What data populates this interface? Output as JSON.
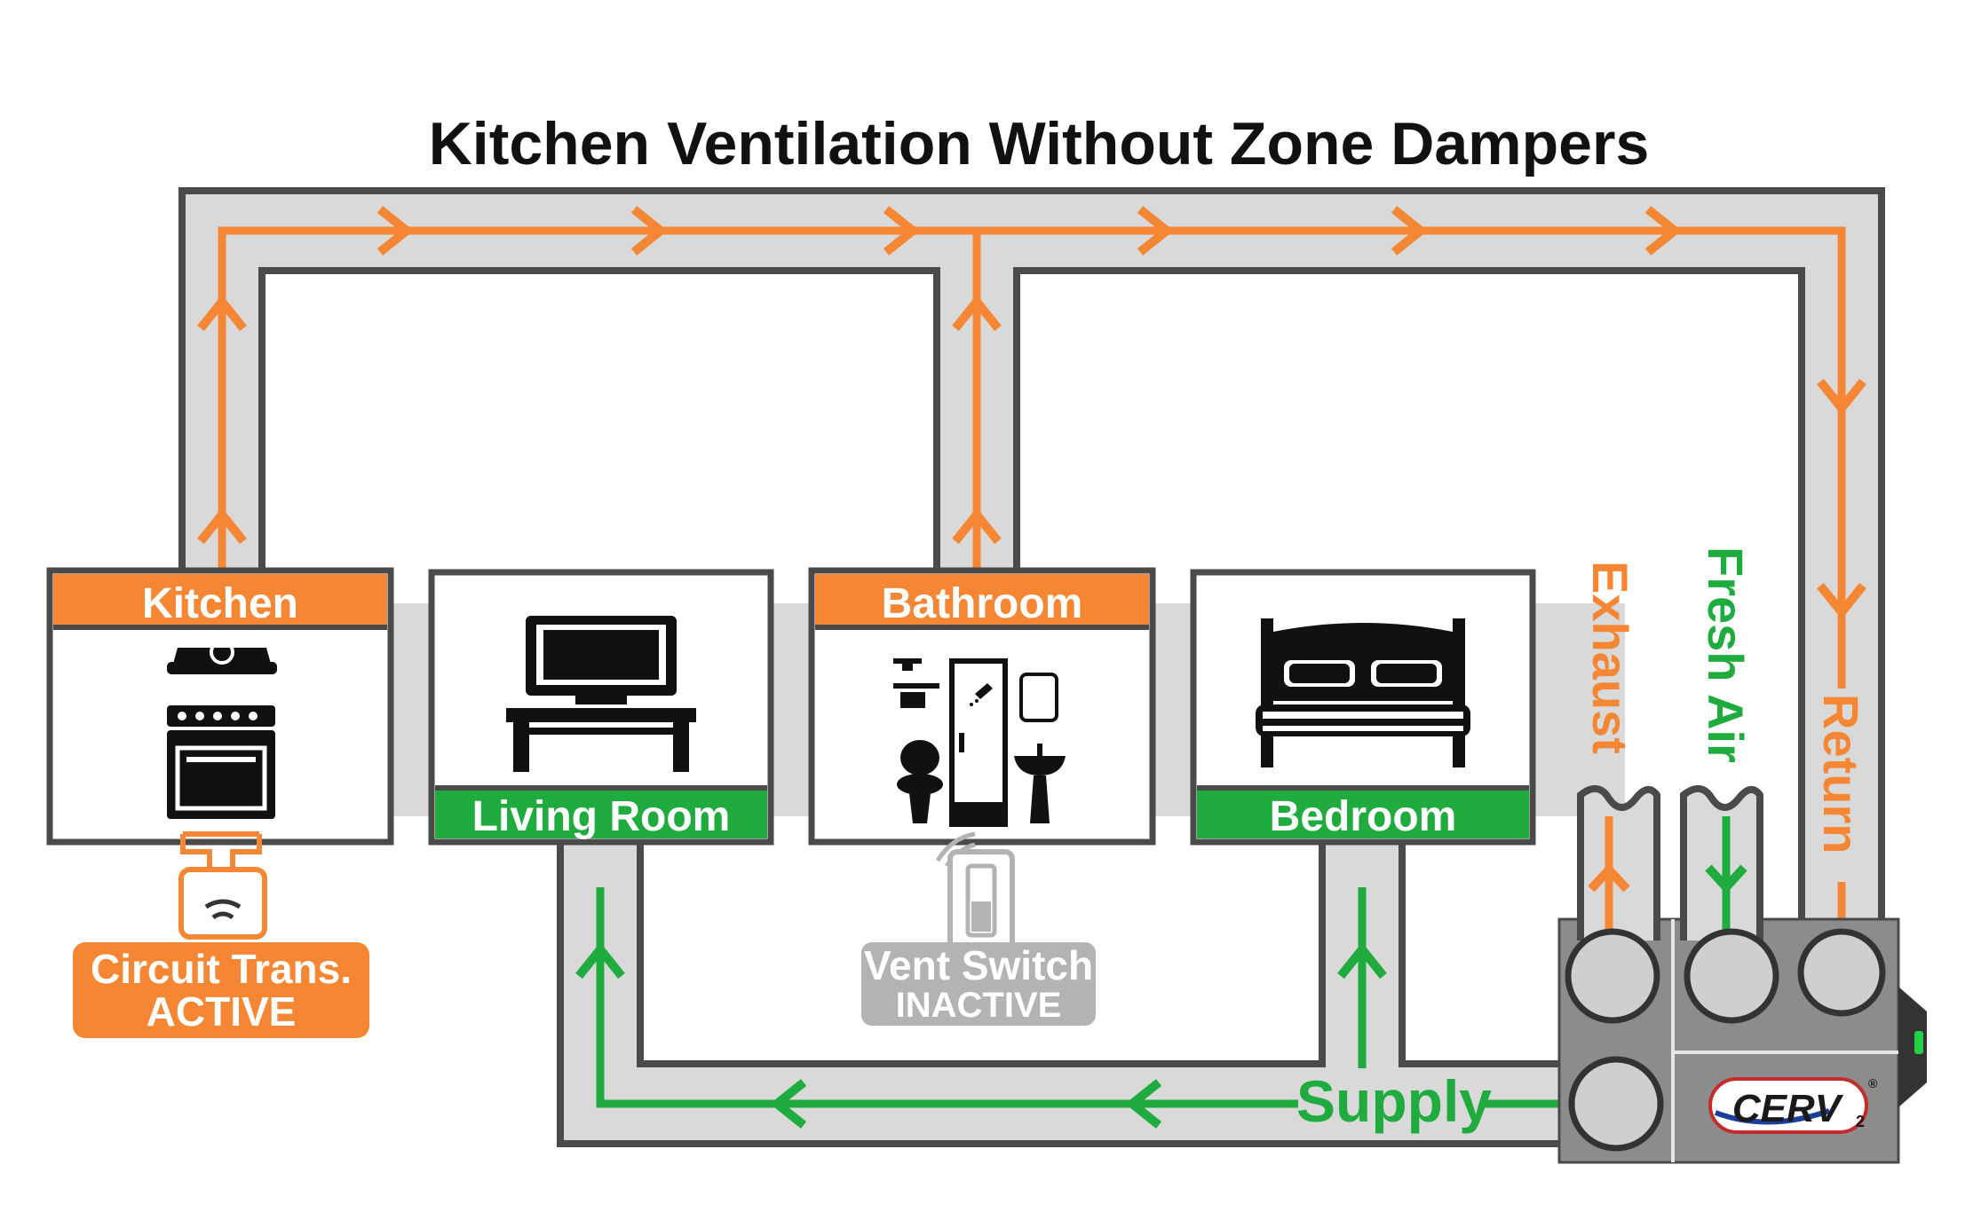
{
  "title": "Kitchen Ventilation Without Zone Dampers",
  "rooms": [
    {
      "name": "Kitchen",
      "header_color": "#f58634",
      "header_position": "top"
    },
    {
      "name": "Living Room",
      "header_color": "#1fab3e",
      "header_position": "bottom"
    },
    {
      "name": "Bathroom",
      "header_color": "#f58634",
      "header_position": "top"
    },
    {
      "name": "Bedroom",
      "header_color": "#1fab3e",
      "header_position": "bottom"
    }
  ],
  "ducts": {
    "exhaust": "Exhaust",
    "fresh_air": "Fresh Air",
    "return": "Return",
    "supply": "Supply"
  },
  "circuit_transmitter": {
    "line1": "Circuit Trans.",
    "line2": "ACTIVE",
    "color": "#f58634"
  },
  "vent_switch": {
    "line1": "Vent Switch",
    "line2": "INACTIVE",
    "color": "#b3b3b3"
  },
  "unit": {
    "logo": "CERV",
    "logo_sub": "2",
    "logo_mark": "®"
  },
  "colors": {
    "exhaust_flow": "#f58634",
    "supply_flow": "#1fab3e",
    "duct_fill": "#d9d9d9",
    "duct_border": "#4a4a4a",
    "inactive": "#b3b3b3"
  },
  "icons": [
    "range-hood-icon",
    "stove-icon",
    "tv-icon",
    "tv-stand-icon",
    "shower-icon",
    "toilet-icon",
    "sink-icon",
    "mirror-icon",
    "bed-icon",
    "wireless-transmitter-icon",
    "wall-switch-icon",
    "indicator-light-icon"
  ]
}
